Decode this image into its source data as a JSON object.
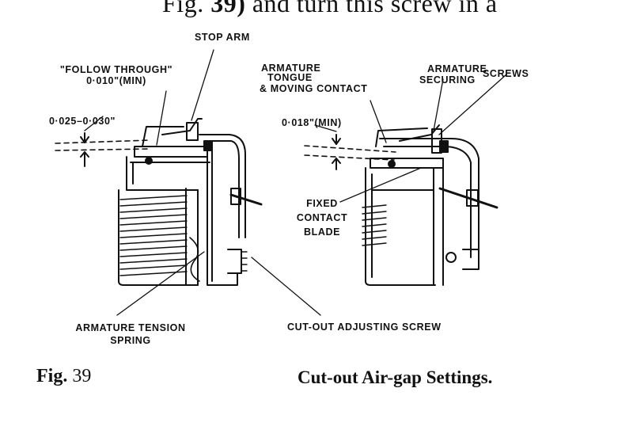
{
  "header": {
    "text_before": "Fig.",
    "text_bold": "39)",
    "text_after": "and turn this screw in a"
  },
  "labels": {
    "stop_arm": "STOP ARM",
    "follow_through_1": "\"FOLLOW THROUGH\"",
    "follow_through_2": "0·010\"(MIN)",
    "gap_left": "0·025–0·030\"",
    "armature_tongue_1": "ARMATURE",
    "armature_tongue_2": "TONGUE",
    "armature_tongue_3": "& MOVING CONTACT",
    "securing_1": "ARMATURE",
    "securing_2": "SECURING",
    "screws": "SCREWS",
    "gap_right": "0·018\"(MIN)",
    "fixed_1": "FIXED",
    "fixed_2": "CONTACT",
    "fixed_3": "BLADE",
    "tension_1": "ARMATURE TENSION",
    "tension_2": "SPRING",
    "adjusting": "CUT-OUT ADJUSTING SCREW"
  },
  "figure": {
    "number_prefix": "Fig.",
    "number": "39",
    "caption": "Cut-out Air-gap Settings."
  }
}
